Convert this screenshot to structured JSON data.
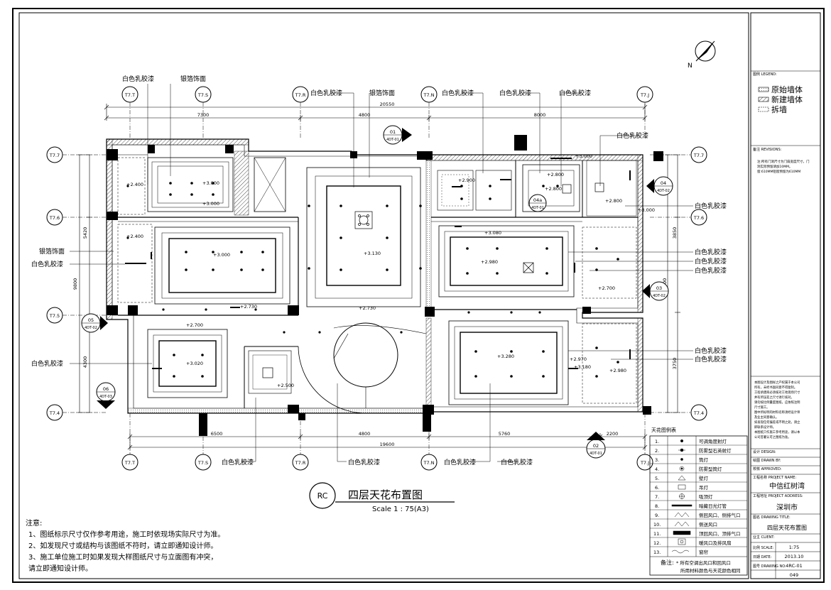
{
  "colors": {
    "ink": "#000000",
    "paper": "#ffffff",
    "gray": "#9a9a9a"
  },
  "compass": {
    "north_label": "N"
  },
  "grid": {
    "top_bubbles": [
      "T7.T",
      "T7.S",
      "T7.R",
      "T7.N",
      "T7.J"
    ],
    "left_bubbles": [
      "T7.7",
      "T7.6",
      "T7.5",
      "T7.4"
    ],
    "right_bubbles": [
      "T7.7",
      "T7.6",
      "T7.4"
    ],
    "top_dims": {
      "total": "20550",
      "segments": [
        "7300",
        "4800",
        "8000"
      ]
    },
    "bottom_dims": {
      "total": "19600",
      "segments": [
        "6500",
        "4800",
        "5760",
        "2200"
      ]
    },
    "left_dims": [
      "5420",
      "9800",
      "4300"
    ],
    "right_dims": [
      "3850",
      "9800",
      "3750"
    ]
  },
  "labels": {
    "white_latex": "白色乳胶漆",
    "silver_foil": "银箔饰面"
  },
  "heights": [
    "+3.000",
    "+3.000",
    "+2.400",
    "+2.400",
    "+3.000",
    "+3.130",
    "+2.730",
    "+2.730",
    "+2.700",
    "+3.020",
    "+2.500",
    "+2.900",
    "+2.800",
    "+2.800",
    "+2.800",
    "+3.000",
    "+3.080",
    "+2.980",
    "+2.700",
    "+3.280",
    "+2.970",
    "+3.180",
    "+2.980",
    "+3.000"
  ],
  "sections": [
    {
      "num": "01",
      "ref": "4DT-01"
    },
    {
      "num": "02",
      "ref": "4DT-01"
    },
    {
      "num": "03",
      "ref": "4DT-02"
    },
    {
      "num": "04",
      "ref": "4DT-02"
    },
    {
      "num": "04a",
      "ref": "4DT-01"
    },
    {
      "num": "05",
      "ref": "4DT-02"
    },
    {
      "num": "06",
      "ref": "4DT-03"
    }
  ],
  "title_block": {
    "badge": "RC",
    "title": "四层天花布置图",
    "scale": "Scale 1 : 75(A3)"
  },
  "notes": {
    "header": "注意:",
    "lines": [
      "1、图纸标示尺寸仅作参考用途，施工时依现场实际尺寸为准。",
      "2、如发现尺寸或结构与该图纸不符时，请立即通知设计师。",
      "3、施工单位施工时如果发现大样图纸尺寸与立面图有冲突，",
      "    请立即通知设计师。"
    ]
  },
  "legend": {
    "title": "天花图例表",
    "rows": [
      {
        "num": "1.",
        "label": "可调角度射灯"
      },
      {
        "num": "2.",
        "label": "防雾型石英射灯"
      },
      {
        "num": "3.",
        "label": "筒灯"
      },
      {
        "num": "4.",
        "label": "防雾型筒灯"
      },
      {
        "num": "5.",
        "label": "壁灯"
      },
      {
        "num": "6.",
        "label": "吊灯"
      },
      {
        "num": "7.",
        "label": "吸顶灯"
      },
      {
        "num": "8.",
        "label": "暗藏日光灯管"
      },
      {
        "num": "9.",
        "label": "侧回风口、侧排气口"
      },
      {
        "num": "10.",
        "label": "侧送风口"
      },
      {
        "num": "11.",
        "label": "顶回风口、顶排气口"
      },
      {
        "num": "12.",
        "label": "暖风口及排风扇"
      },
      {
        "num": "13.",
        "label": "窗帘"
      }
    ],
    "remark_label": "备注:",
    "remark_lines": [
      "* 所有空调出风口和回风口",
      "所用材料颜色与天花颜色相同"
    ]
  },
  "side_panel": {
    "legend_header": "图例 LEGEND:",
    "legend_items": [
      "原始墙体",
      "新建墙体",
      "拆墙"
    ],
    "revisions_header": "备注 REVISIONS:",
    "revisions_lines": [
      "注:所有门洞尺寸为门扇宽度尺寸，门",
      "洞实际预留请加10MM。",
      "窗:610MM铝窗预留为610MM"
    ],
    "notes_lines": [
      "本图设计及图样之产权属于本公司",
      "所有，未经书面同意不得复制。",
      "工程承建商必须核对工地现场尺寸",
      "并有所误差之尺寸进行核对。",
      "请勿按比例量度图纸，应依照注明",
      "尺寸施工。",
      "图中所标明的材料名称须经设计师",
      "及业主同意确认。",
      "如发现任何偏差或不明之处，请立",
      "即联系设计师。",
      "本图纸只作施工参考用途，请以本",
      "公司签署认可之图纸为准。"
    ],
    "designer_label": "设计 DESIGN:",
    "drawn_label": "绘图 DRAWN BY:",
    "checked_label": "校核 APPROVED:",
    "project_label": "工程名称 PROJECT NAME:",
    "project_name": "中信红树湾",
    "address_label": "工程地址 PROJECT ADDRESS:",
    "address": "深圳市",
    "drawing_title_label": "图名 DRAWING TITLE:",
    "drawing_title": "四层天花布置图",
    "client_label": "业主 CLIENT:",
    "scale_label": "比例 SCALE:",
    "scale": "1:75",
    "date_label": "日期 DATE:",
    "date": "2013.10",
    "drawing_no_label": "图号 DRAWING NO:",
    "drawing_no": "4RC-01",
    "page_no": "049"
  }
}
